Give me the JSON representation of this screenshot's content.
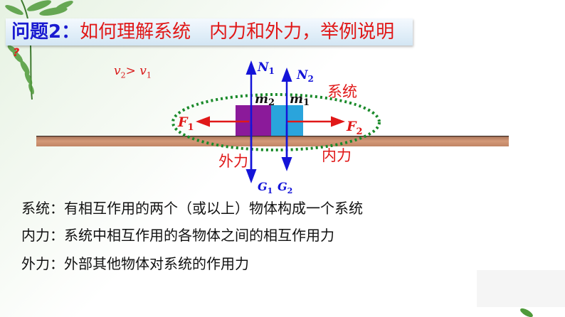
{
  "title": {
    "prefix": "问题2：",
    "main": "如何理解系统　内力和外力，举例说明",
    "colors": {
      "prefix": "#1a1ad0",
      "main": "#e01818"
    }
  },
  "decoration": {
    "question_mark": "?"
  },
  "diagram": {
    "velocity_label": {
      "v2": "v",
      "v2_sub": "2",
      "relation": "> ",
      "v1": "v",
      "v1_sub": "1"
    },
    "blocks": [
      {
        "label": "m",
        "sub": "2",
        "color": "#8b1a9a"
      },
      {
        "label": "m",
        "sub": "1",
        "color": "#2aa4dc"
      }
    ],
    "forces": {
      "N1": {
        "label": "N",
        "sub": "1"
      },
      "N2": {
        "label": "N",
        "sub": "2"
      },
      "F1": {
        "label": "F",
        "sub": "1"
      },
      "F2": {
        "label": "F",
        "sub": "2"
      },
      "G1": {
        "label": "G",
        "sub": "1"
      },
      "G2": {
        "label": "G",
        "sub": "2"
      }
    },
    "system_label": "系统",
    "external_force_label": "外力",
    "internal_force_label": "内力",
    "colors": {
      "vertical_force": "#1414d8",
      "horizontal_force": "#e01818",
      "ellipse": "#1a8a2a",
      "ground": "#c88a6a"
    }
  },
  "definitions": [
    "系统：有相互作用的两个（或以上）物体构成一个系统",
    "内力：系统中相互作用的各物体之间的相互作用力",
    "外力：外部其他物体对系统的作用力"
  ]
}
